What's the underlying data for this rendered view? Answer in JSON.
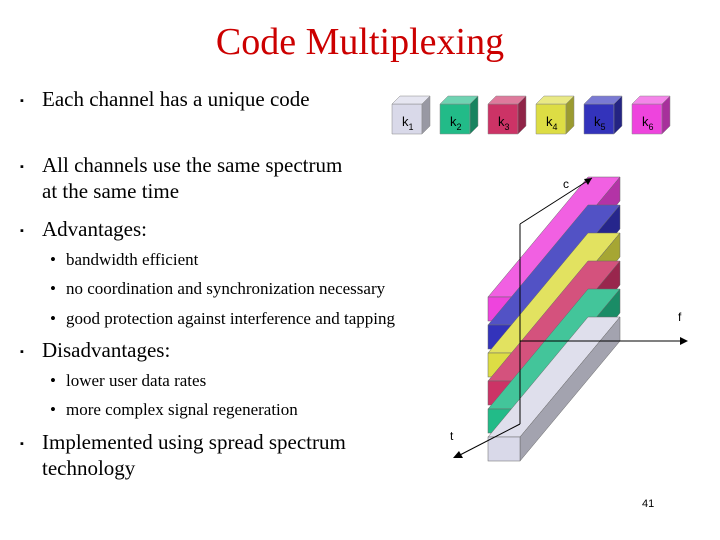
{
  "title": "Code Multiplexing",
  "bullets": [
    {
      "text": "Each channel has a unique code"
    },
    {
      "text": "All channels use the same spectrum at the same time",
      "lines": [
        "All channels use the same spectrum",
        "at the same time"
      ]
    },
    {
      "text": "Advantages:"
    },
    {
      "text": "Disadvantages:"
    },
    {
      "text": "Implemented using spread spectrum technology",
      "lines": [
        "Implemented using spread spectrum",
        "technology"
      ]
    }
  ],
  "advantages": [
    "bandwidth efficient",
    "no coordination and synchronization necessary",
    "good protection against interference and tapping"
  ],
  "disadvantages": [
    "lower user data rates",
    "more complex signal regeneration"
  ],
  "diagram": {
    "codes": [
      {
        "label": "k",
        "sub": "1",
        "color": "#d9d9e9"
      },
      {
        "label": "k",
        "sub": "2",
        "color": "#22bb88"
      },
      {
        "label": "k",
        "sub": "3",
        "color": "#cc3366"
      },
      {
        "label": "k",
        "sub": "4",
        "color": "#dddd44"
      },
      {
        "label": "k",
        "sub": "5",
        "color": "#3333bb"
      },
      {
        "label": "k",
        "sub": "6",
        "color": "#ee44dd"
      }
    ],
    "axis_c": "c",
    "axis_f": "f",
    "axis_t": "t"
  },
  "page_number": "41"
}
